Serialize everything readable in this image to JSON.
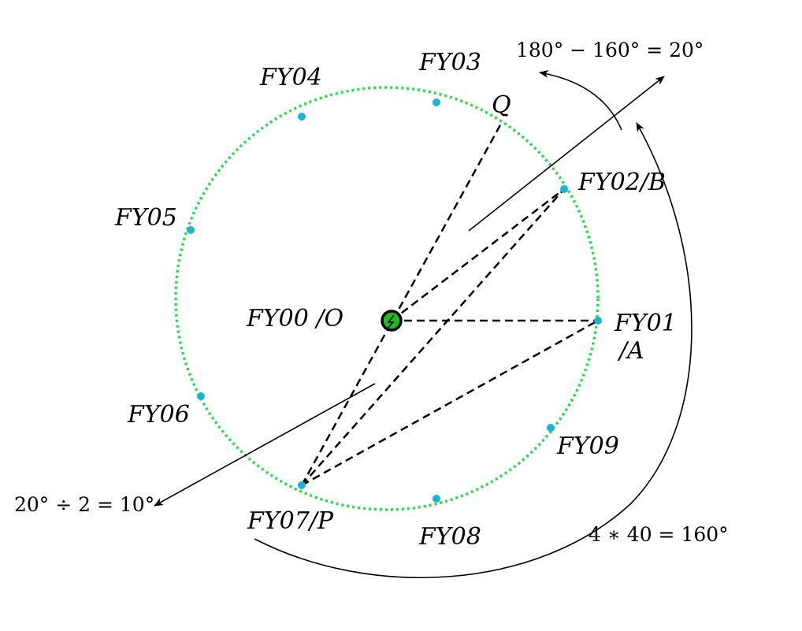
{
  "labels": {
    "center": "FY00 /O",
    "fy01": "FY01",
    "fy01_alias": "/A",
    "fy02": "FY02/B",
    "fy03": "FY03",
    "fy04": "FY04",
    "fy05": "FY05",
    "fy06": "FY06",
    "fy07": "FY07/P",
    "fy08": "FY08",
    "fy09": "FY09",
    "q": "Q"
  },
  "annotations": {
    "top": "180° − 160° = 20°",
    "left": "20° ÷ 2 = 10°",
    "bottom": "4 ∗ 40 = 160°"
  },
  "colors": {
    "circle": "#22dd44",
    "point": "#1ab4d6",
    "center_fill": "#22bb22",
    "lines": "#000000"
  }
}
